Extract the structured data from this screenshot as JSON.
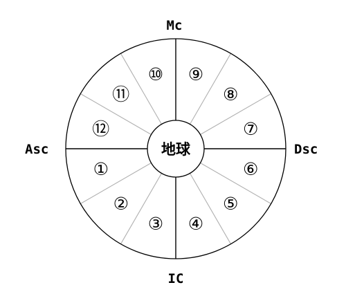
{
  "labels": {
    "top": "Mc",
    "left": "Asc",
    "right": "Dsc",
    "bottom": "IC"
  },
  "center": {
    "text": "地球"
  },
  "houses": [
    {
      "id": 1,
      "label": "①"
    },
    {
      "id": 2,
      "label": "②"
    },
    {
      "id": 3,
      "label": "③"
    },
    {
      "id": 4,
      "label": "④"
    },
    {
      "id": 5,
      "label": "⑤"
    },
    {
      "id": 6,
      "label": "⑥"
    },
    {
      "id": 7,
      "label": "⑦"
    },
    {
      "id": 8,
      "label": "⑧"
    },
    {
      "id": 9,
      "label": "⑨"
    },
    {
      "id": 10,
      "label": "⑩"
    },
    {
      "id": 11,
      "label": "⑪"
    },
    {
      "id": 12,
      "label": "⑫"
    }
  ],
  "colors": {
    "outline": "#000000",
    "axis": "#000000",
    "divider": "#b0b0b0",
    "background": "#ffffff"
  }
}
